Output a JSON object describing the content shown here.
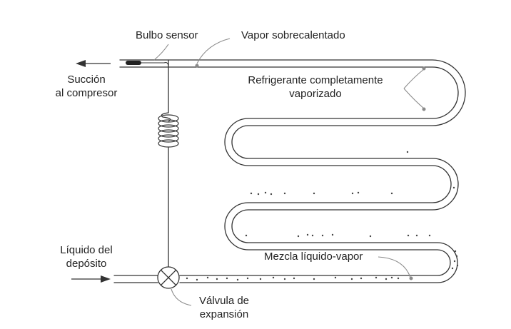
{
  "diagram": {
    "labels": {
      "sensor_bulb": "Bulbo sensor",
      "superheated_vapor": "Vapor sobrecalentado",
      "fully_vaporized_line1": "Refrigerante completamente",
      "fully_vaporized_line2": "vaporizado",
      "suction_line1": "Succión",
      "suction_line2": "al compresor",
      "liquid_line1": "Líquido del",
      "liquid_line2": "depósito",
      "mixture": "Mezcla líquido-vapor",
      "valve_line1": "Válvula de",
      "valve_line2": "expansión"
    },
    "colors": {
      "line": "#333333",
      "leader": "#8a8a8a",
      "dot": "#444444"
    },
    "icons": [
      "arrow-left-icon",
      "arrow-right-icon",
      "expansion-valve-icon",
      "capillary-coil-icon",
      "sensor-bulb-icon"
    ]
  }
}
